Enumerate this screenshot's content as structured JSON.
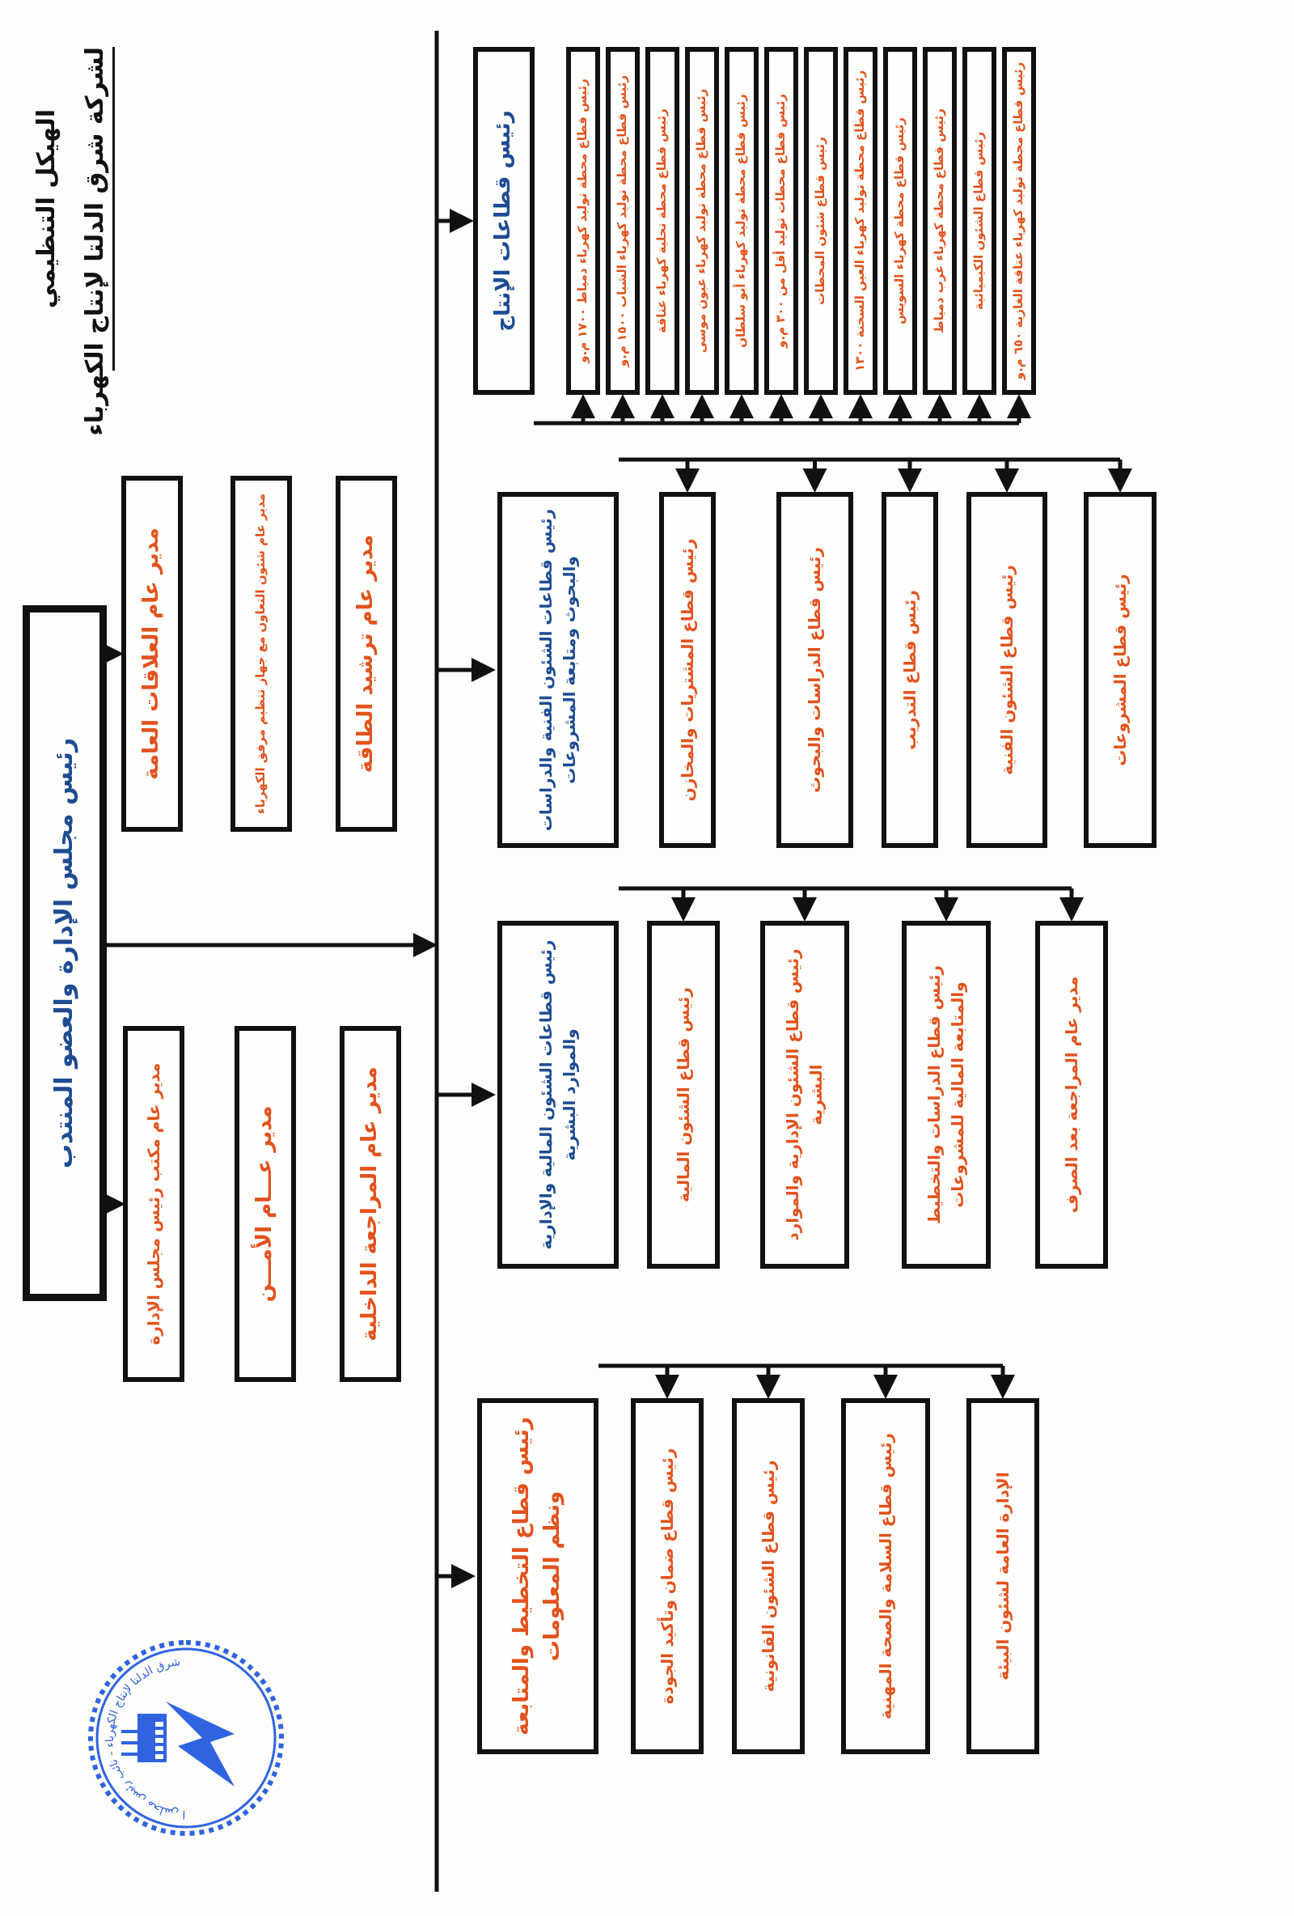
{
  "header": {
    "title": "الهيكل التنظيمي",
    "subtitle": "لشركة شرق الدلتا لإنتاج الكهرباء"
  },
  "chairman": "رئيس مجلس الإدارة والعضو المنتدب",
  "staff_left": [
    "مدير عام العلاقات العامة",
    "مدير عام شئون التعاون مع جهاز تنظيم مرفق الكهرباء",
    "مدير عام ترشيد الطاقة"
  ],
  "staff_right": [
    "مدير عام مكتب رئيس مجلس الإدارة",
    "مدير عـــام الأمـــن",
    "مدير عام المراجعة الداخلية"
  ],
  "sectors": [
    {
      "head": "رئيس قطاعات الإنتاج",
      "children": [
        "رئيس قطاع محطة توليد كهرباء دمياط ١٧٠٠ م.و",
        "رئيس قطاع محطة توليد كهرباء الشباب ١٥٠٠ م.و",
        "رئيس قطاع محطة تحلية كهرباء عتاقة",
        "رئيس قطاع محطة توليد كهرباء عيون موسى",
        "رئيس قطاع محطة توليد كهرباء أبو سلطان",
        "رئيس قطاع محطات توليد أقل من ٣٠٠ م.و",
        "رئيس قطاع شئون المحطات",
        "رئيس قطاع محطة توليد كهرباء العين السخنة ١٣٠٠",
        "رئيس قطاع محطة كهرباء السويس",
        "رئيس قطاع محطة كهرباء غرب دمياط",
        "رئيس قطاع الشئون الكيميائية",
        "رئيس قطاع محطة توليد كهرباء عتاقة الغازية ٦٥٠ م.و"
      ]
    },
    {
      "head": "رئيس قطاعات الشئون الفنية والدراسات والبحوث ومتابعة المشروعات",
      "children": [
        "رئيس قطاع المشتريات والمخازن",
        "رئيس قطاع الدراسات والبحوث",
        "رئيس قطاع التدريب",
        "رئيس قطاع الشئون الفنية",
        "رئيس قطاع المشروعات"
      ]
    },
    {
      "head": "رئيس قطاعات الشئون المالية والإدارية والموارد البشرية",
      "children": [
        "رئيس قطاع الشئون المالية",
        "رئيس قطاع الشئون الإدارية والموارد البشرية",
        "رئيس قطاع الدراسات والتخطيط والمتابعة المالية للمشروعات",
        "مدير عام المراجعة بعد الصرف"
      ]
    },
    {
      "head": "رئيس قطاع التخطيط والمتابعة ونظم المعلومات",
      "children": [
        "رئيس قطاع ضمان وتأكيد الجودة",
        "رئيس قطاع الشئون القانونية",
        "رئيس قطاع السلامة والصحة المهنية",
        "الإدارة العامة لشئون البيئة"
      ]
    }
  ],
  "seal": {
    "text": "شركة شرق الدلتا لإنتاج الكهرباء - نائب رئيس مجلس الإدارة",
    "icon": "lightning-bolt-pylon-icon"
  },
  "colors": {
    "orange": "#e2521c",
    "blue": "#1d4b93",
    "line": "#111111",
    "seal": "#2f63e0"
  }
}
